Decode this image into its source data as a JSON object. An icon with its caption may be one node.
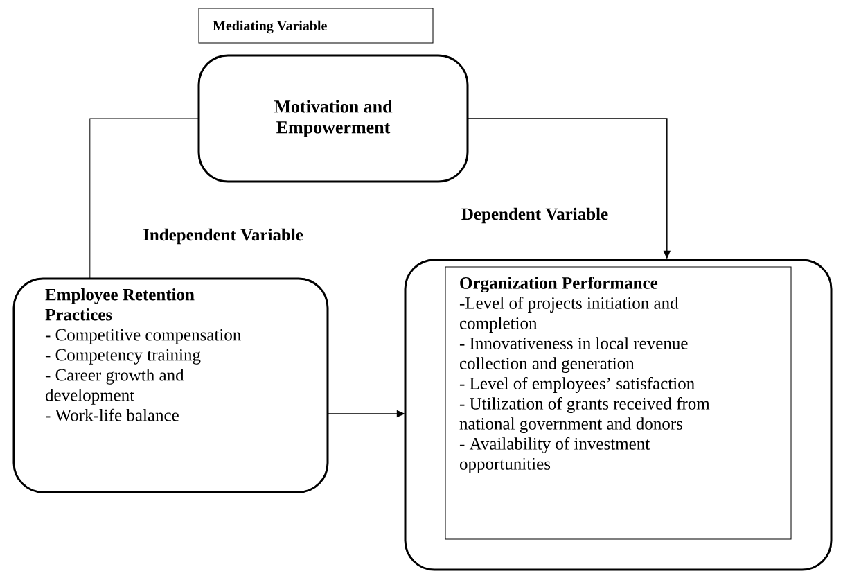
{
  "diagram": {
    "nodes": [
      {
        "text": [
          "Mediating Variable"
        ]
      },
      {
        "text": [
          "Motivation and Empowerment"
        ]
      },
      {
        "text": [
          "Employee Retention Practices",
          "- Competitive compensation",
          "- Competency training",
          "- Career growth and development",
          "- Work-life balance"
        ]
      },
      {
        "text": [],
        "shape": "box"
      },
      {
        "text": [
          "Organization Performance",
          "-Level of projects initiation and completion",
          "- Innovativeness in local revenue collection and generation",
          "- Level of employees’ satisfaction",
          "- Utilization of grants received from national government and donors",
          "- Availability of investment opportunities"
        ],
        "in": 3
      }
    ],
    "edges": [
      {
        "from": 2,
        "to": 1,
        "arrow": "none"
      },
      {
        "from": 1,
        "to": 3,
        "arrow": "to"
      },
      {
        "from": 2,
        "to": 3,
        "arrow": "to"
      }
    ],
    "labels": [
      "Dependent Variable",
      "Independent Variable"
    ]
  }
}
